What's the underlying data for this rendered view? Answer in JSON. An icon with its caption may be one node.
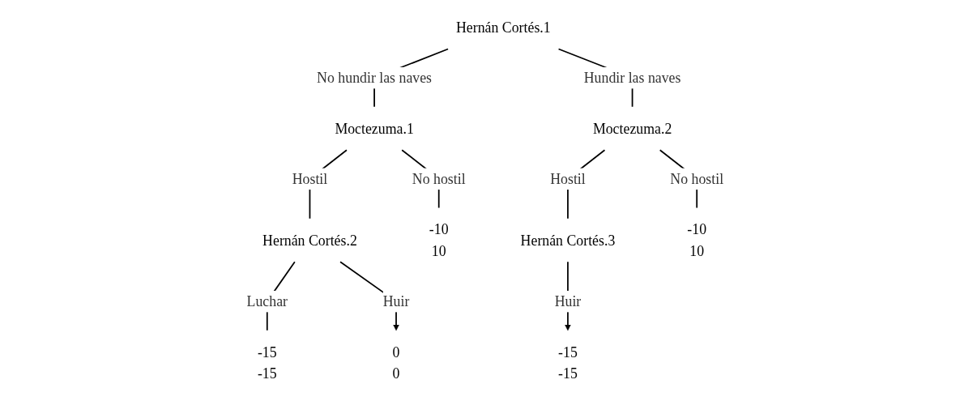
{
  "diagram": {
    "nodes": [
      {
        "text": [
          "Hernán Cortés.1"
        ]
      },
      {
        "text": [
          "Moctezuma.1"
        ]
      },
      {
        "text": [
          "Moctezuma.2"
        ]
      },
      {
        "text": [
          "Hernán Cortés.2"
        ]
      },
      {
        "text": [
          "-10",
          "10"
        ]
      },
      {
        "text": [
          "Hernán Cortés.3"
        ]
      },
      {
        "text": [
          "-10",
          "10"
        ]
      },
      {
        "text": [
          "-15",
          "-15"
        ]
      },
      {
        "text": [
          "0",
          "0"
        ]
      },
      {
        "text": [
          "-15",
          "-15"
        ]
      }
    ],
    "edges": [
      {
        "from": 0,
        "to": 1,
        "arrow": "none",
        "label": "No hundir las naves"
      },
      {
        "from": 0,
        "to": 2,
        "arrow": "none",
        "label": "Hundir las naves"
      },
      {
        "from": 1,
        "to": 3,
        "arrow": "none",
        "label": "Hostil"
      },
      {
        "from": 1,
        "to": 4,
        "arrow": "none",
        "label": "No hostil"
      },
      {
        "from": 2,
        "to": 5,
        "arrow": "none",
        "label": "Hostil"
      },
      {
        "from": 2,
        "to": 6,
        "arrow": "none",
        "label": "No hostil"
      },
      {
        "from": 3,
        "to": 7,
        "arrow": "none",
        "label": "Luchar"
      },
      {
        "from": 3,
        "to": 8,
        "arrow": "to",
        "label": "Huir"
      },
      {
        "from": 5,
        "to": 9,
        "arrow": "to",
        "label": "Huir"
      }
    ]
  }
}
